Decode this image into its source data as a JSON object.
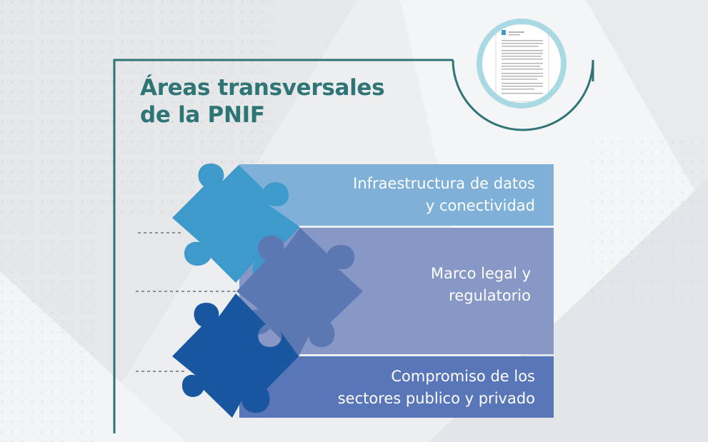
{
  "title": {
    "line1": "Áreas transversales",
    "line2": "de la PNIF"
  },
  "areas": [
    {
      "line1": "Infraestructura de datos",
      "line2": "y conectividad"
    },
    {
      "line1": "Marco legal y",
      "line2": "regulatorio"
    },
    {
      "line1": "Compromiso de los",
      "line2": "sectores publico y privado"
    }
  ],
  "colors": {
    "background": "#eceeef",
    "frame_line": "#2f7576",
    "title_text": "#2f7576",
    "band_1": "#7fb0d8",
    "band_2": "#8797c6",
    "band_3": "#5876b8",
    "puzzle_light_blue": "#3f9acc",
    "puzzle_mid_blue": "#5b78b2",
    "puzzle_dark_blue": "#1857a0",
    "document_ring": "#a9d9e3"
  },
  "icons": {
    "document_thumbnail": "document-icon",
    "puzzle_pieces": "puzzle-piece-icon"
  }
}
